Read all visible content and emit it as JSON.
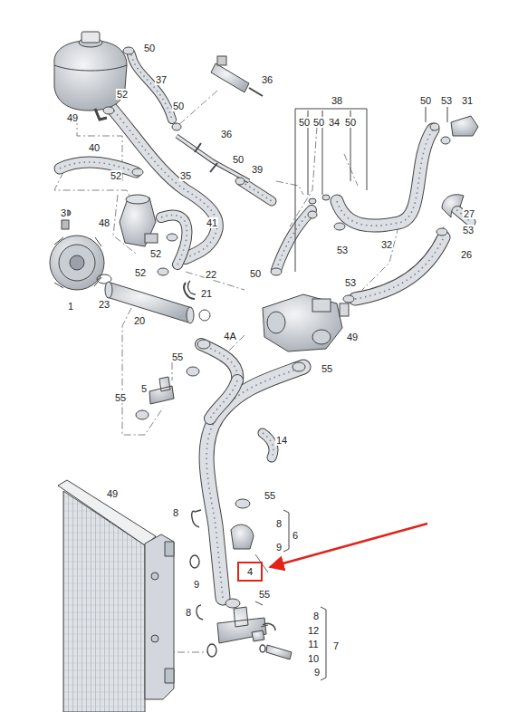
{
  "diagram": {
    "nodes": [
      {
        "text": [
          "4"
        ]
      }
    ],
    "labels": [
      "50",
      "37",
      "36",
      "49",
      "52",
      "38",
      "50",
      "53",
      "31",
      "50",
      "50",
      "50",
      "34",
      "50",
      "36",
      "40",
      "50",
      "52",
      "39",
      "35",
      "3",
      "27",
      "48",
      "41",
      "53",
      "52",
      "53",
      "32",
      "26",
      "50",
      "52",
      "22",
      "53",
      "1",
      "23",
      "21",
      "20",
      "4A",
      "49",
      "55",
      "55",
      "5",
      "55",
      "14",
      "49",
      "55",
      "8",
      "8",
      "6",
      "9",
      "9",
      "55",
      "8",
      "8",
      "12",
      "7",
      "11",
      "10",
      "9"
    ]
  }
}
